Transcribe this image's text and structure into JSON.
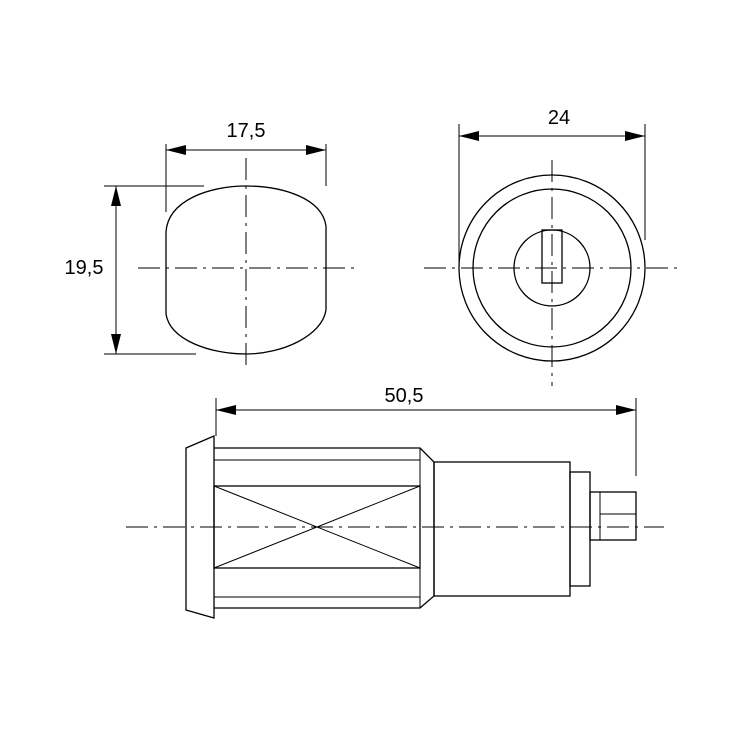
{
  "dimensions": {
    "front_width": "17,5",
    "front_height": "19,5",
    "end_diameter": "24",
    "overall_length": "50,5"
  },
  "colors": {
    "line": "#000000",
    "background": "#ffffff"
  }
}
